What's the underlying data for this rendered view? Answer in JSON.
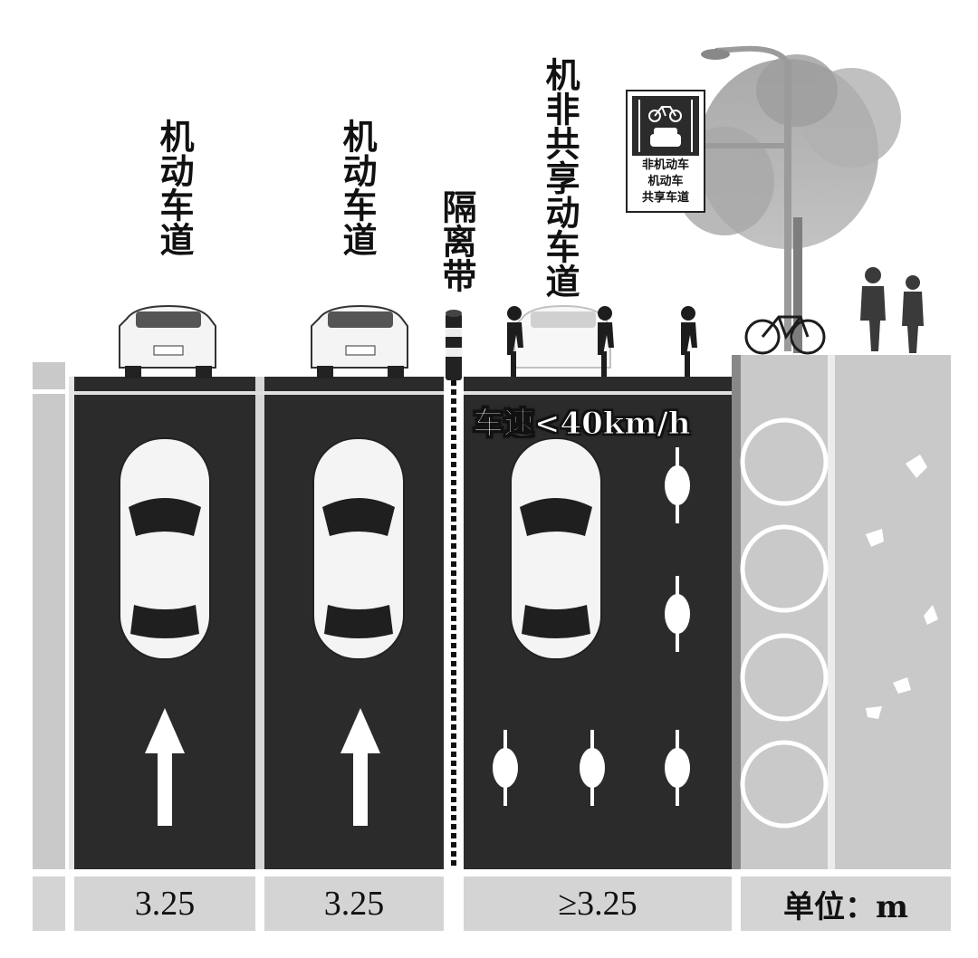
{
  "lanes": {
    "motor_lane_1": "机动车道",
    "motor_lane_2": "机动车道",
    "separator": "隔离带",
    "shared_lane": "机非共享动车道"
  },
  "speed_limit": "车速<40km/h",
  "sign": {
    "lines": [
      "非机动车",
      "机动车",
      "共享车道"
    ]
  },
  "widths": {
    "lane_1": "3.25",
    "lane_2": "3.25",
    "shared": "≥3.25",
    "unit": "单位：m"
  },
  "colors": {
    "road": "#2b2b2b",
    "sidewalk": "#c9c9c9",
    "marking": "#ffffff"
  }
}
